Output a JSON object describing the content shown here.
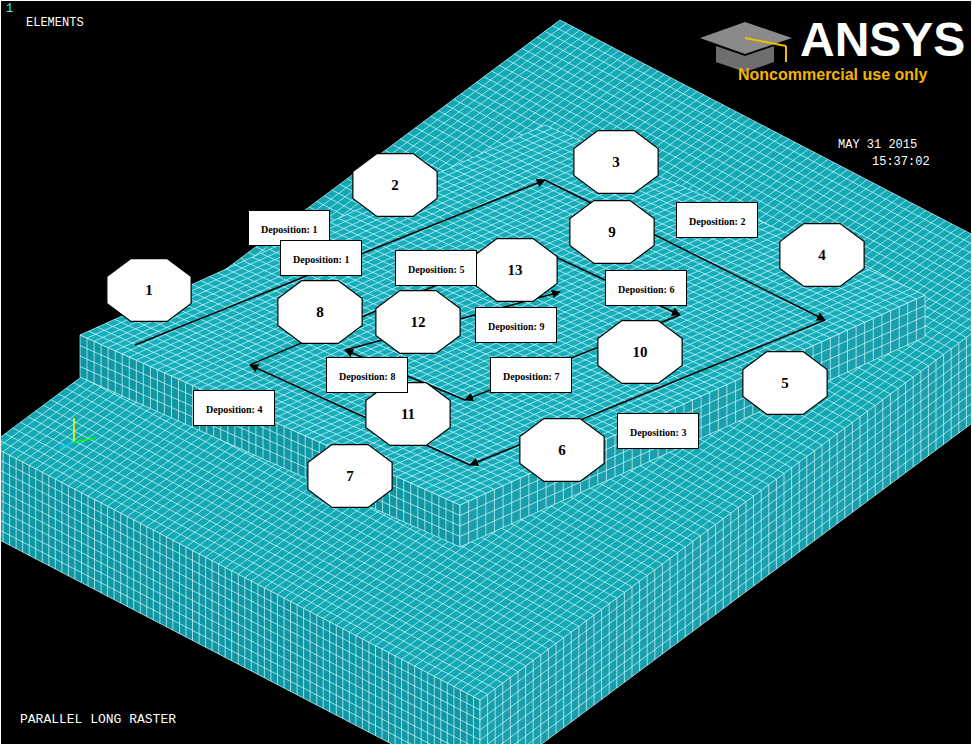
{
  "diagram": {
    "nodes": [
      {
        "text": [
          "1"
        ]
      },
      {
        "text": [
          "2"
        ]
      },
      {
        "text": [
          "3"
        ]
      },
      {
        "text": [
          "4"
        ]
      },
      {
        "text": [
          "5"
        ]
      },
      {
        "text": [
          "6"
        ]
      },
      {
        "text": [
          "7"
        ]
      },
      {
        "text": [
          "8"
        ]
      },
      {
        "text": [
          "9"
        ]
      },
      {
        "text": [
          "10"
        ]
      },
      {
        "text": [
          "11"
        ]
      },
      {
        "text": [
          "12"
        ]
      },
      {
        "text": [
          "13"
        ]
      },
      {
        "text": [
          "Deposition: 1"
        ]
      },
      {
        "text": [
          "Deposition: 1"
        ]
      },
      {
        "text": [
          "Deposition: 5"
        ]
      },
      {
        "text": [
          "Deposition: 2"
        ]
      },
      {
        "text": [
          "Deposition: 6"
        ]
      },
      {
        "text": [
          "Deposition: 9"
        ]
      },
      {
        "text": [
          "Deposition: 8"
        ]
      },
      {
        "text": [
          "Deposition: 7"
        ]
      },
      {
        "text": [
          "Deposition: 4"
        ]
      },
      {
        "text": [
          "Deposition: 3"
        ]
      }
    ],
    "labels": [
      "1",
      "ELEMENTS",
      "ANSYS",
      "Noncommercial use only",
      "MAY 31 2015",
      "15:37:02",
      "PARALLEL LONG RASTER"
    ]
  }
}
